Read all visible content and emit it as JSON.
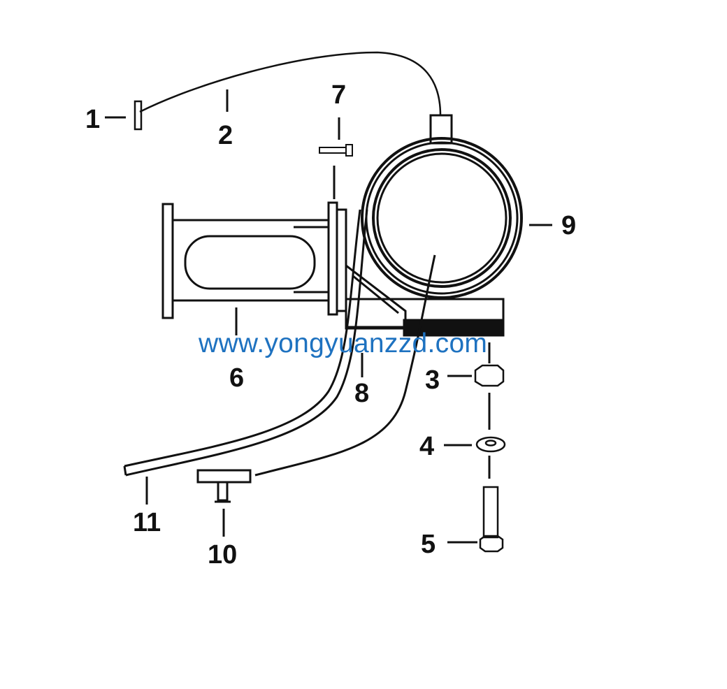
{
  "diagram": {
    "callouts": [
      "1",
      "2",
      "3",
      "4",
      "5",
      "6",
      "7",
      "8",
      "9",
      "10",
      "11"
    ],
    "watermark": "www.yongyuanzzd.com",
    "colors": {
      "line": "#111111",
      "watermark": "#1e72c0"
    }
  }
}
